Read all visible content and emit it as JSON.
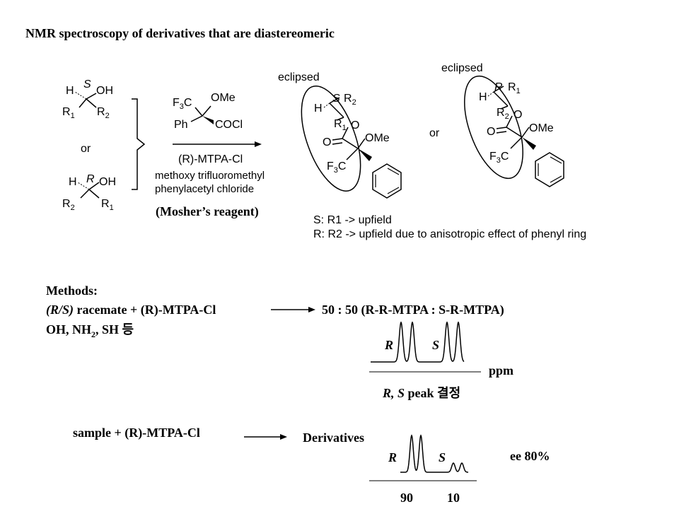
{
  "title": "NMR spectroscopy of derivatives that are diastereomeric",
  "reaction": {
    "alcohol_s": {
      "stereo": "S",
      "substituent": "OH",
      "left": "H",
      "r1": "R",
      "r1_sub": "1",
      "r2": "R",
      "r2_sub": "2"
    },
    "or_label": "or",
    "alcohol_r": {
      "stereo": "R",
      "substituent": "OH",
      "left": "H",
      "r1": "R",
      "r1_sub": "1",
      "r2": "R",
      "r2_sub": "2"
    },
    "reagent": {
      "cf3": "F",
      "cf3_sub": "3",
      "cf3_tail": "C",
      "ome": "OMe",
      "ph": "Ph",
      "cocl": "COCl"
    },
    "arrow_label": "(R)-MTPA-Cl",
    "name_line1": "methoxy trifluoromethyl",
    "name_line2": "phenylacetyl chloride",
    "mosher": "(Mosher’s reagent)"
  },
  "products": {
    "eclipsed": "eclipsed",
    "or_label": "or",
    "s_ester": {
      "stereo": "S",
      "r_top": "R",
      "r_top_sub": "2",
      "r_bottom": "R",
      "r_bottom_sub": "1",
      "h": "H",
      "o": "O",
      "o_carbonyl": "O",
      "ome": "OMe",
      "cf3": "F",
      "cf3_sub": "3",
      "cf3_tail": "C"
    },
    "r_ester": {
      "stereo": "R",
      "r_top": "R",
      "r_top_sub": "1",
      "r_bottom": "R",
      "r_bottom_sub": "2",
      "h": "H",
      "o": "O",
      "o_carbonyl": "O",
      "ome": "OMe",
      "cf3": "F",
      "cf3_sub": "3",
      "cf3_tail": "C"
    },
    "note_s": "S: R1 -> upfield",
    "note_r": "R: R2 -> upfield due to anisotropic effect of phenyl ring"
  },
  "methods": {
    "heading": "Methods:",
    "racemate_stereo": "(R/S)",
    "racemate_rest": " racemate + (R)-MTPA-Cl",
    "groups_a": "OH, NH",
    "groups_sub": "2",
    "groups_b": ", SH 등",
    "result": "50 : 50 (R-R-MTPA : S-R-MTPA)",
    "peak_r": "R",
    "peak_s": "S",
    "axis_unit": "ppm",
    "peak_caption_rs": "R, S",
    "peak_caption_rest": " peak 결정"
  },
  "sample": {
    "reaction": "sample + (R)-MTPA-Cl",
    "product": "Derivatives",
    "peak_r": "R",
    "peak_s": "S",
    "ee": "ee 80%",
    "ratio_r": "90",
    "ratio_s": "10"
  }
}
